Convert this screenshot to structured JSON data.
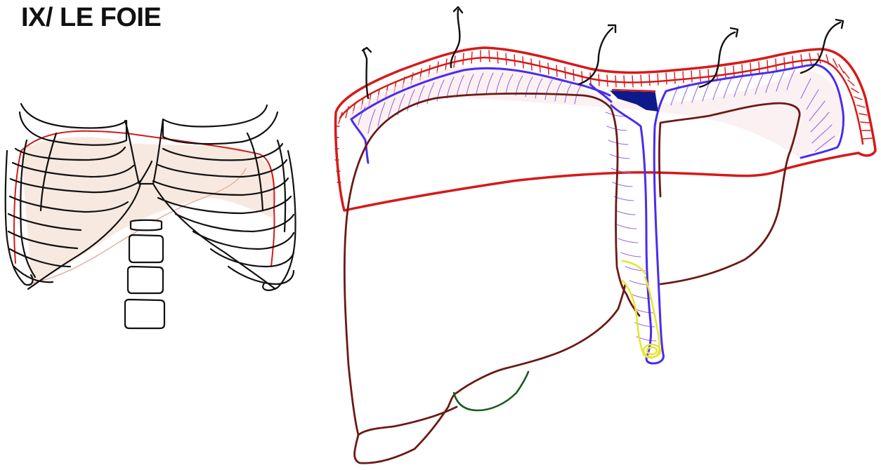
{
  "title": "IX/ LE FOIE",
  "colors": {
    "ink": "#111111",
    "peritoneum": "#d61a1a",
    "liver": "#6b1a14",
    "ligament": "#4a2cf0",
    "hatching": "#9b6be0",
    "vessel": "#0d1a8c",
    "gallbladder": "#1d5a1d",
    "round_ligament": "#e4e636",
    "skin_tint": "#f6e2d6"
  },
  "figures": {
    "left": "thoracic-cage-with-liver-projection",
    "right": "liver-with-peritoneal-attachments"
  }
}
